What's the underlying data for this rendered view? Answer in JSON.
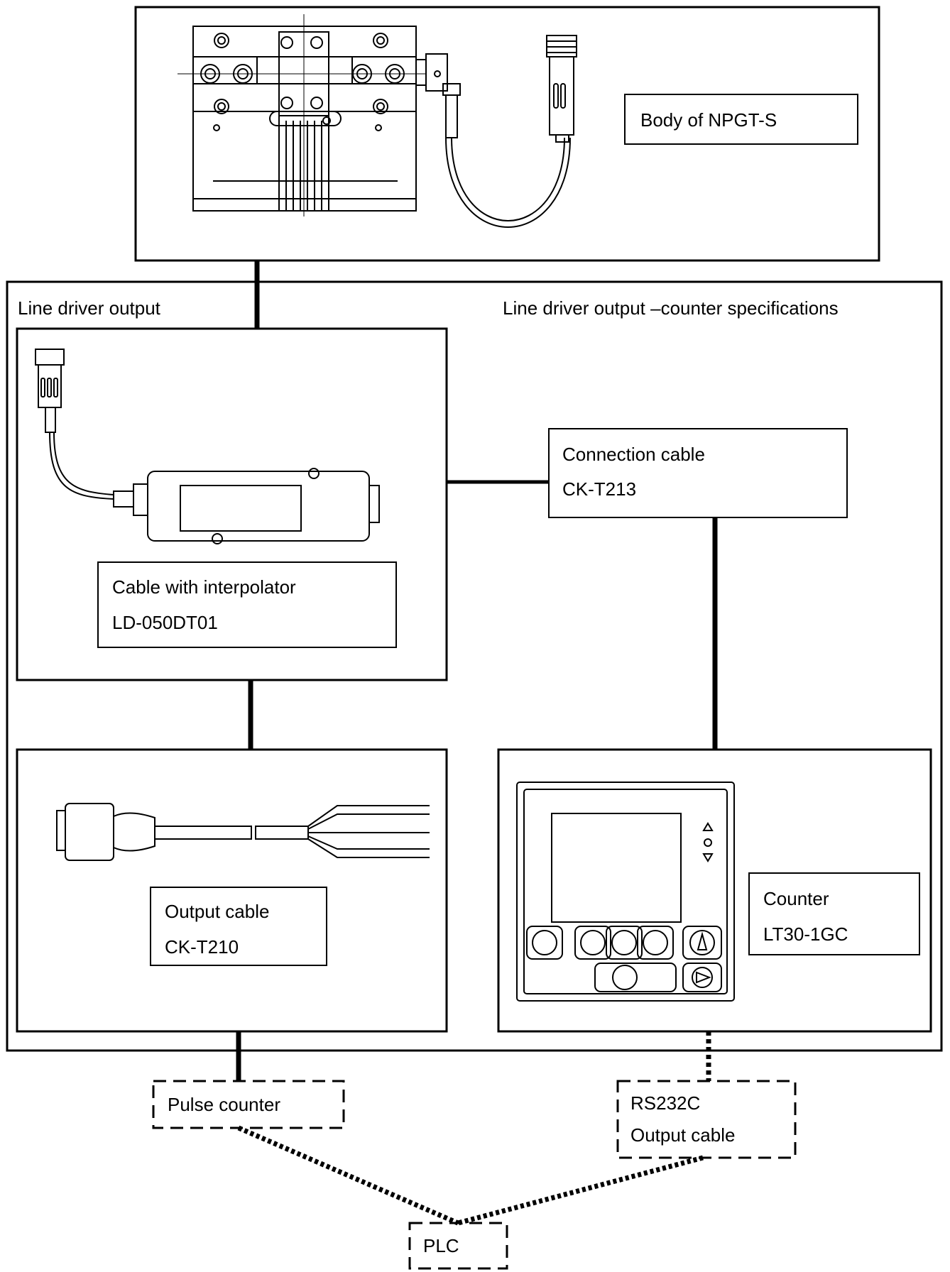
{
  "section_titles": {
    "left": "Line driver output",
    "right": "Line driver output –counter specifications"
  },
  "boxes": {
    "body": {
      "line1": "Body of NPGT-S"
    },
    "interpolator": {
      "line1": "Cable with interpolator",
      "line2": "LD-050DT01"
    },
    "connection": {
      "line1": "Connection cable",
      "line2": "CK-T213"
    },
    "output_cable": {
      "line1": "Output cable",
      "line2": "CK-T210"
    },
    "counter": {
      "line1": "Counter",
      "line2": "LT30-1GC"
    },
    "pulse_counter": {
      "line1": "Pulse counter"
    },
    "rs232c": {
      "line1": "RS232C",
      "line2": "Output cable"
    },
    "plc": {
      "line1": "PLC"
    }
  },
  "colors": {
    "stroke": "#000000",
    "background": "#ffffff"
  }
}
